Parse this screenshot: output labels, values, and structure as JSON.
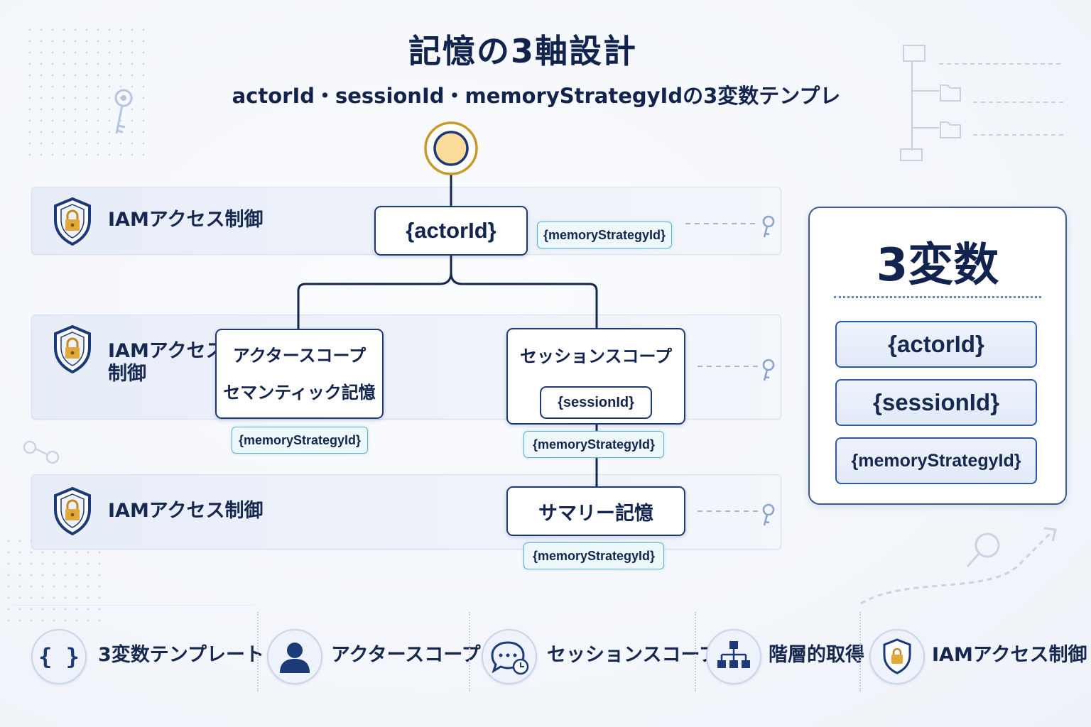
{
  "header": {
    "title": "記憶の3軸設計",
    "subtitle": "actorId・sessionId・memoryStrategyIdの3変数テンプレ"
  },
  "bands": [
    {
      "label": "IAMアクセス制御"
    },
    {
      "label_line1": "IAMアクセス",
      "label_line2": "制御"
    },
    {
      "label": "IAMアクセス制御"
    }
  ],
  "nodes": {
    "actor": "{actorId}",
    "actor_scope_line1": "アクタースコープ",
    "actor_scope_line2": "セマンティック記憶",
    "session_scope": "セッションスコープ",
    "session_id": "{sessionId}",
    "summary": "サマリー記憶"
  },
  "strategy_tags": {
    "top": "{memoryStrategyId}",
    "actor_scope": "{memoryStrategyId}",
    "session_scope": "{memoryStrategyId}",
    "summary": "{memoryStrategyId}"
  },
  "variables_panel": {
    "title": "3変数",
    "items": [
      "{actorId}",
      "{sessionId}",
      "{memoryStrategyId}"
    ]
  },
  "legend": [
    {
      "label": "3変数テンプレート",
      "icon": "braces-icon",
      "glyph": "{ }"
    },
    {
      "label": "アクタースコープ",
      "icon": "person-icon"
    },
    {
      "label": "セッションスコープ",
      "icon": "chat-clock-icon"
    },
    {
      "label": "階層的取得",
      "icon": "hierarchy-icon"
    },
    {
      "label": "IAMアクセス制御",
      "icon": "shield-lock-icon"
    }
  ],
  "colors": {
    "navy": "#1d3a78",
    "tag_border": "#5fb4cc",
    "root_fill": "#fbdc9a",
    "root_ring": "#c89a2c",
    "lock": "#e0a93a"
  }
}
